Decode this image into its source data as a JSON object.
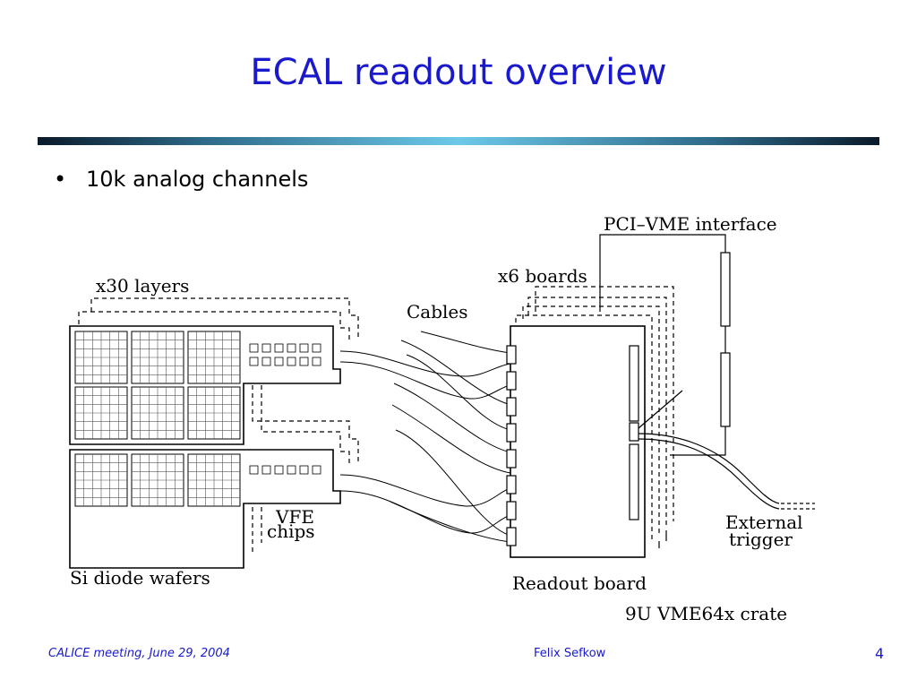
{
  "slide": {
    "title": "ECAL readout overview",
    "bullets": [
      "10k analog channels"
    ]
  },
  "diagram": {
    "labels": {
      "layers": "x30 layers",
      "cables": "Cables",
      "boards": "x6 boards",
      "pci": "PCI–VME interface",
      "vfe1": "VFE",
      "vfe2": "chips",
      "wafers": "Si diode wafers",
      "readout": "Readout board",
      "ext1": "External",
      "ext2": "trigger",
      "crate": "9U VME64x crate"
    }
  },
  "footer": {
    "left": "CALICE meeting, June 29, 2004",
    "center": "Felix Sefkow",
    "page": "4"
  }
}
